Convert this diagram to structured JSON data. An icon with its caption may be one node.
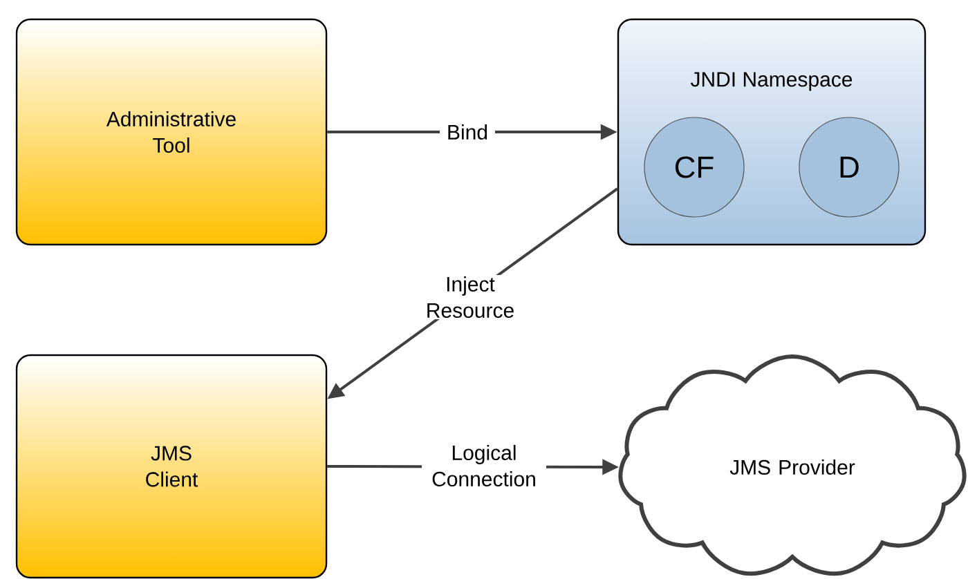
{
  "diagram": {
    "nodes": [
      {
        "text": [
          "Administrative Tool"
        ]
      },
      {
        "text": [
          "JNDI Namespace"
        ]
      },
      {
        "text": [
          "CF"
        ],
        "in": 1
      },
      {
        "text": [
          "D"
        ],
        "in": 1
      },
      {
        "text": [
          "JMS Client"
        ]
      },
      {
        "text": [
          "JMS Provider"
        ]
      }
    ],
    "edges": [
      {
        "from": 0,
        "to": 1,
        "arrow": "to",
        "label": "Bind"
      },
      {
        "from": 1,
        "to": 4,
        "arrow": "to",
        "label": "Inject Resource"
      },
      {
        "from": 4,
        "to": 5,
        "arrow": "to",
        "label": "Logical Connection"
      }
    ]
  }
}
